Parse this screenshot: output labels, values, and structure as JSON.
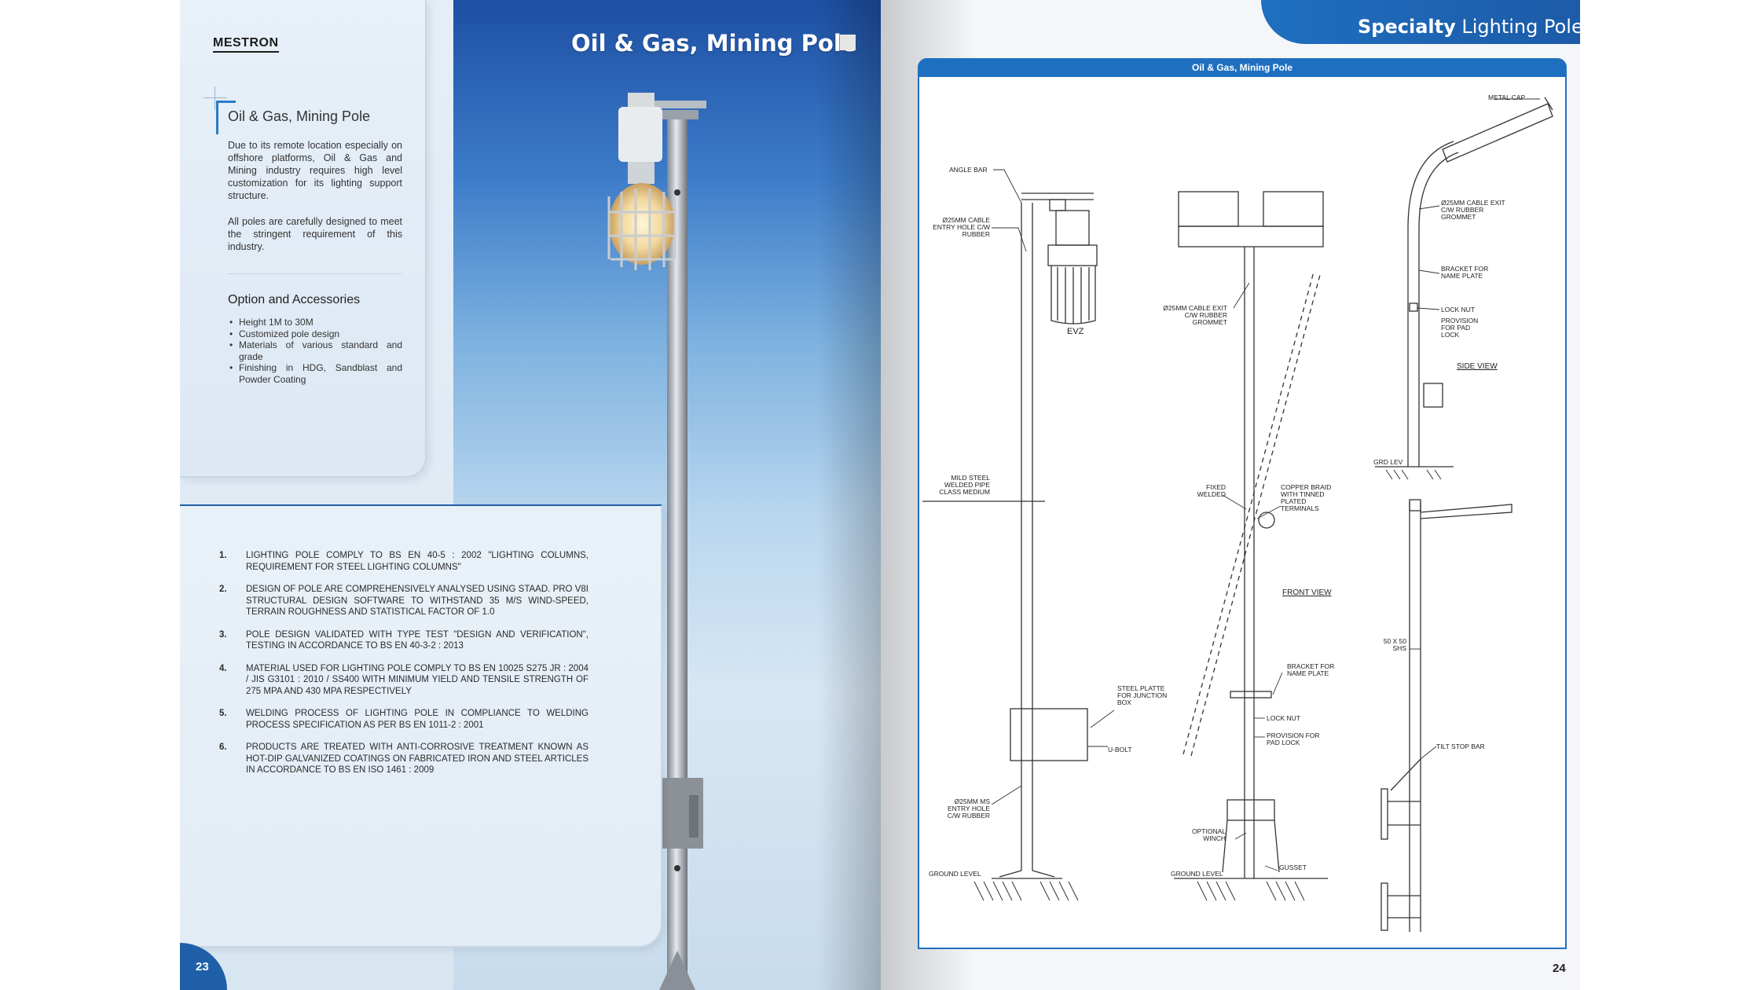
{
  "left_page": {
    "brand": "MESTRON",
    "section_title": "Oil & Gas, Mining Pole",
    "intro_paragraph_1": "Due to its remote location especially on offshore platforms, Oil & Gas and Mining industry requires high level customization for its lighting support structure.",
    "intro_paragraph_2": "All poles are carefully designed to meet the stringent requirement of this industry.",
    "options_title": "Option and Accessories",
    "options": [
      "Height 1M to 30M",
      "Customized pole design",
      "Materials of various standard and grade",
      "Finishing in HDG, Sandblast and Powder Coating"
    ],
    "requirements": [
      {
        "num": "1.",
        "text": "Lighting pole comply to BS EN 40-5 : 2002 \"Lighting columns, requirement for steel lighting columns\""
      },
      {
        "num": "2.",
        "text": "Design of pole are comprehensively analysed using STAAD. PRO V8i structural design software to withstand 35 m/s wind-speed, terrain roughness and statistical factor of 1.0"
      },
      {
        "num": "3.",
        "text": "Pole design validated with type test \"Design and verification\", testing in accordance to BS EN 40-3-2 : 2013"
      },
      {
        "num": "4.",
        "text": "Material used for lighting pole comply to BS EN 10025 S275 JR : 2004 / JIS G3101 : 2010 / SS400 with minimum yield and tensile strength of 275 MPa and 430 MPa respectively"
      },
      {
        "num": "5.",
        "text": "Welding process of lighting pole in compliance to welding process specification as per BS EN 1011-2 : 2001"
      },
      {
        "num": "6.",
        "text": "Products are treated with anti-corrosive treatment known as hot-dip galvanized coatings on fabricated iron and steel articles in accordance to BS EN ISO 1461 : 2009"
      }
    ],
    "page_number": "23"
  },
  "photo": {
    "title": "Oil & Gas, Mining Pole"
  },
  "right_page": {
    "header_bold": "Specialty",
    "header_light": " Lighting Pole",
    "panel_title": "Oil & Gas, Mining Pole",
    "page_number": "24",
    "labels": {
      "angle_bar": "ANGLE BAR",
      "cable_entry_1": "Ø25mm CABLE ENTRY HOLE C/W RUBBER",
      "evz": "EVZ",
      "mild_steel": "MILD STEEL WELDED PIPE CLASS MEDIUM",
      "steel_plate": "STEEL PLATTE FOR JUNCTION BOX",
      "u_bolt": "U-BOLT",
      "ms_entry": "Ø25mm MS ENTRY HOLE C/W RUBBER",
      "ground_1": "GROUND LEVEL",
      "cable_exit_2": "Ø25mm CABLE EXIT C/W RUBBER GROMMET",
      "fixed_welded": "FIXED WELDED",
      "copper_braid": "COPPER BRAID WITH TINNED PLATED TERMINALS",
      "front_view": "FRONT VIEW",
      "bracket_name_2": "BRACKET FOR NAME PLATE",
      "lock_nut_2": "LOCK NUT",
      "provision_2": "PROVISION FOR PAD LOCK",
      "optional_winch": "OPTIONAL WINCH",
      "gusset": "GUSSET",
      "ground_2": "GROUND LEVEL",
      "metal_cap": "METAL CAP",
      "cable_exit_3": "Ø25mm CABLE EXIT C/W RUBBER GROMMET",
      "bracket_name_3": "BRACKET FOR NAME PLATE",
      "lock_nut_3": "LOCK NUT",
      "provision_3": "PROVISION FOR PAD LOCK",
      "side_view": "SIDE VIEW",
      "grd_lev": "GRD LEV",
      "shs": "50 X 50 SHS",
      "tilt_stop": "TILT STOP BAR"
    }
  }
}
